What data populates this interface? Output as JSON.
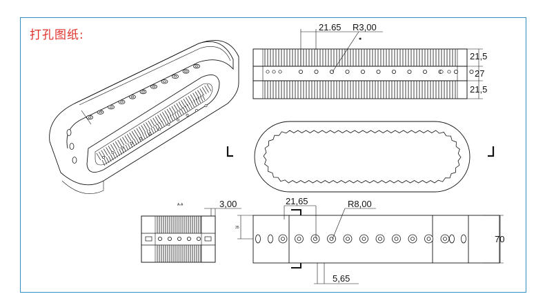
{
  "title": "打孔图纸:",
  "top_view": {
    "dim_spacing": "21.65",
    "dim_radius": "R3,00",
    "dim_top": "21,5",
    "dim_mid": "27",
    "dim_bottom": "21,5",
    "hole_count": 12,
    "tooth_count": 70
  },
  "oval_view": {
    "tooth_count": 56
  },
  "section_view": {
    "dim_width": "3,00",
    "hole_count": 5
  },
  "front_view": {
    "dim_spacing": "21,65",
    "dim_radius": "R8,00",
    "dim_offset": "5,65",
    "dim_height": "70",
    "small_label": "35",
    "hole_count": 11
  },
  "colors": {
    "frame": "#2f8fc4",
    "title": "#e0302a",
    "line": "#111111"
  }
}
